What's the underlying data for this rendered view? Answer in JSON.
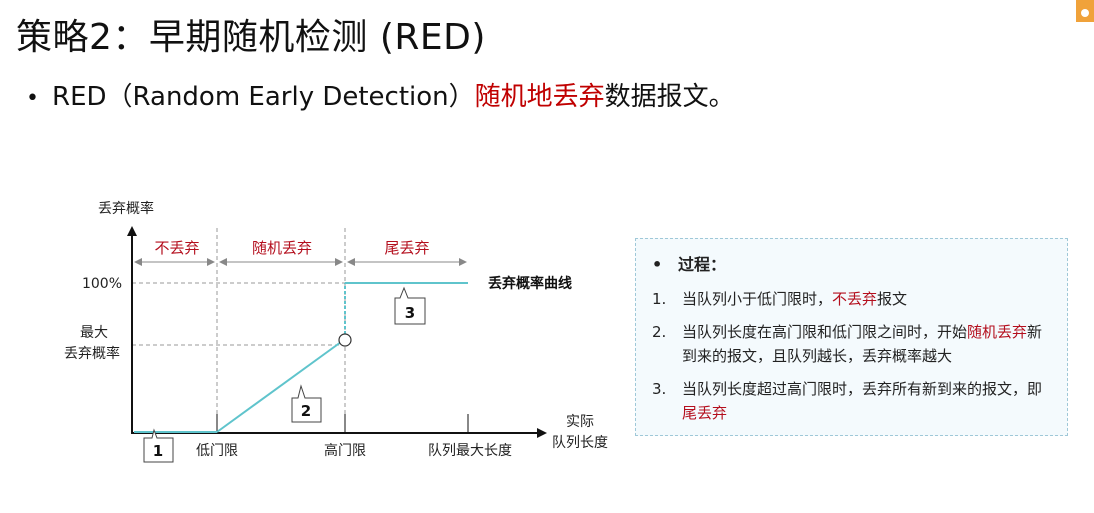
{
  "title": "策略2：早期随机检测 (RED)",
  "intro": {
    "prefix": "RED（Random Early Detection）",
    "highlight": "随机地丢弃",
    "suffix": "数据报文。"
  },
  "diagram": {
    "y_axis_title": "丢弃概率",
    "x_axis_title_1": "实际",
    "x_axis_title_2": "队列长度",
    "y_label_100": "100%",
    "y_label_max_1": "最大",
    "y_label_max_2": "丢弃概率",
    "x_label_low": "低门限",
    "x_label_high": "高门限",
    "x_label_max": "队列最大长度",
    "zone_no_drop": "不丢弃",
    "zone_random": "随机丢弃",
    "zone_tail": "尾丢弃",
    "curve_label": "丢弃概率曲线",
    "marker_1": "1",
    "marker_2": "2",
    "marker_3": "3",
    "curve_color": "#5fc4cc",
    "zone_color": "#b40f1e"
  },
  "process": {
    "heading": "过程：",
    "steps": [
      {
        "num": "1.",
        "before": "当队列小于低门限时，",
        "red": "不丢弃",
        "after": "报文"
      },
      {
        "num": "2.",
        "before": "当队列长度在高门限和低门限之间时，开始",
        "red": "随机丢弃",
        "after": "新到来的报文，且队列越长，丢弃概率越大"
      },
      {
        "num": "3.",
        "before": "当队列长度超过高门限时，丢弃所有新到来的报文，即",
        "red": "尾丢弃",
        "after": ""
      }
    ]
  }
}
